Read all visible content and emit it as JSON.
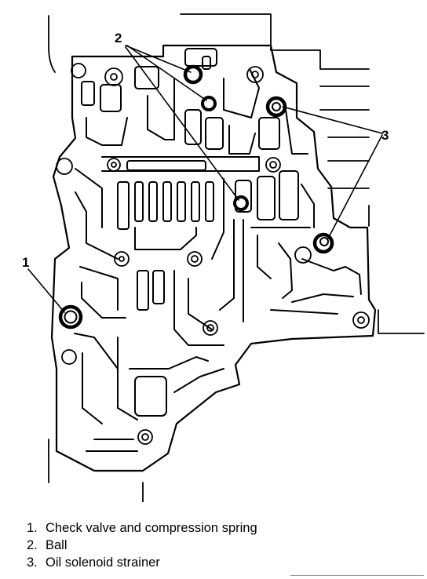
{
  "callouts": [
    {
      "id": "1",
      "label": "1"
    },
    {
      "id": "2",
      "label": "2"
    },
    {
      "id": "3",
      "label": "3"
    }
  ],
  "legend": [
    {
      "number": "1.",
      "text": "Check valve and compression spring"
    },
    {
      "number": "2.",
      "text": "Ball"
    },
    {
      "number": "3.",
      "text": "Oil solenoid strainer"
    }
  ],
  "colors": {
    "ink": "#000000",
    "paper": "#ffffff"
  }
}
